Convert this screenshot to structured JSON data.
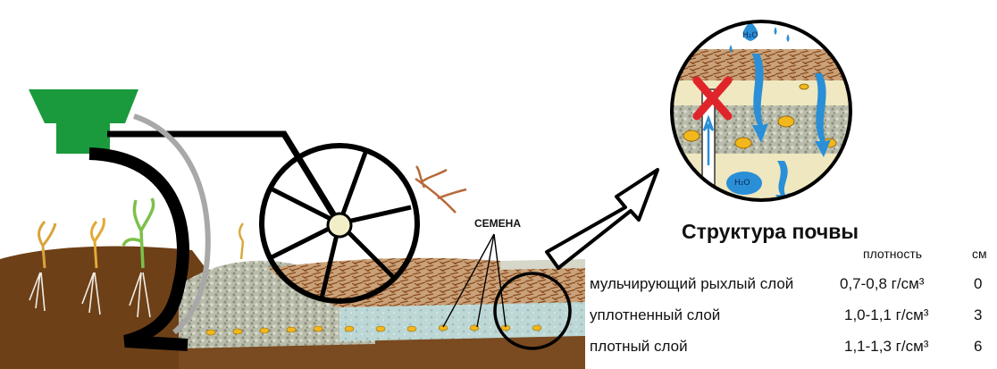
{
  "structure": {
    "title": "Структура почвы",
    "column_headers": {
      "density": "плотность",
      "unit": "см"
    },
    "layers": [
      {
        "name": "мульчирующий рыхлый слой",
        "density": "0,7-0,8 г/см³",
        "depth": "0"
      },
      {
        "name": "уплотненный слой",
        "density": "1,0-1,1 г/см³",
        "depth": "3"
      },
      {
        "name": "плотный слой",
        "density": "1,1-1,3 г/см³",
        "depth": "6"
      }
    ]
  },
  "labels": {
    "seeds": "СЕМЕНА",
    "water": "H₂O"
  },
  "colors": {
    "hopper": "#1a9a3c",
    "soil_dark": "#6e4018",
    "mulch": "#b7772f",
    "compacted": "#b9d5d3",
    "gravel": "#b5b8a4",
    "seed": "#f2b71c",
    "water": "#2a8fd6",
    "cross": "#e0252a"
  }
}
